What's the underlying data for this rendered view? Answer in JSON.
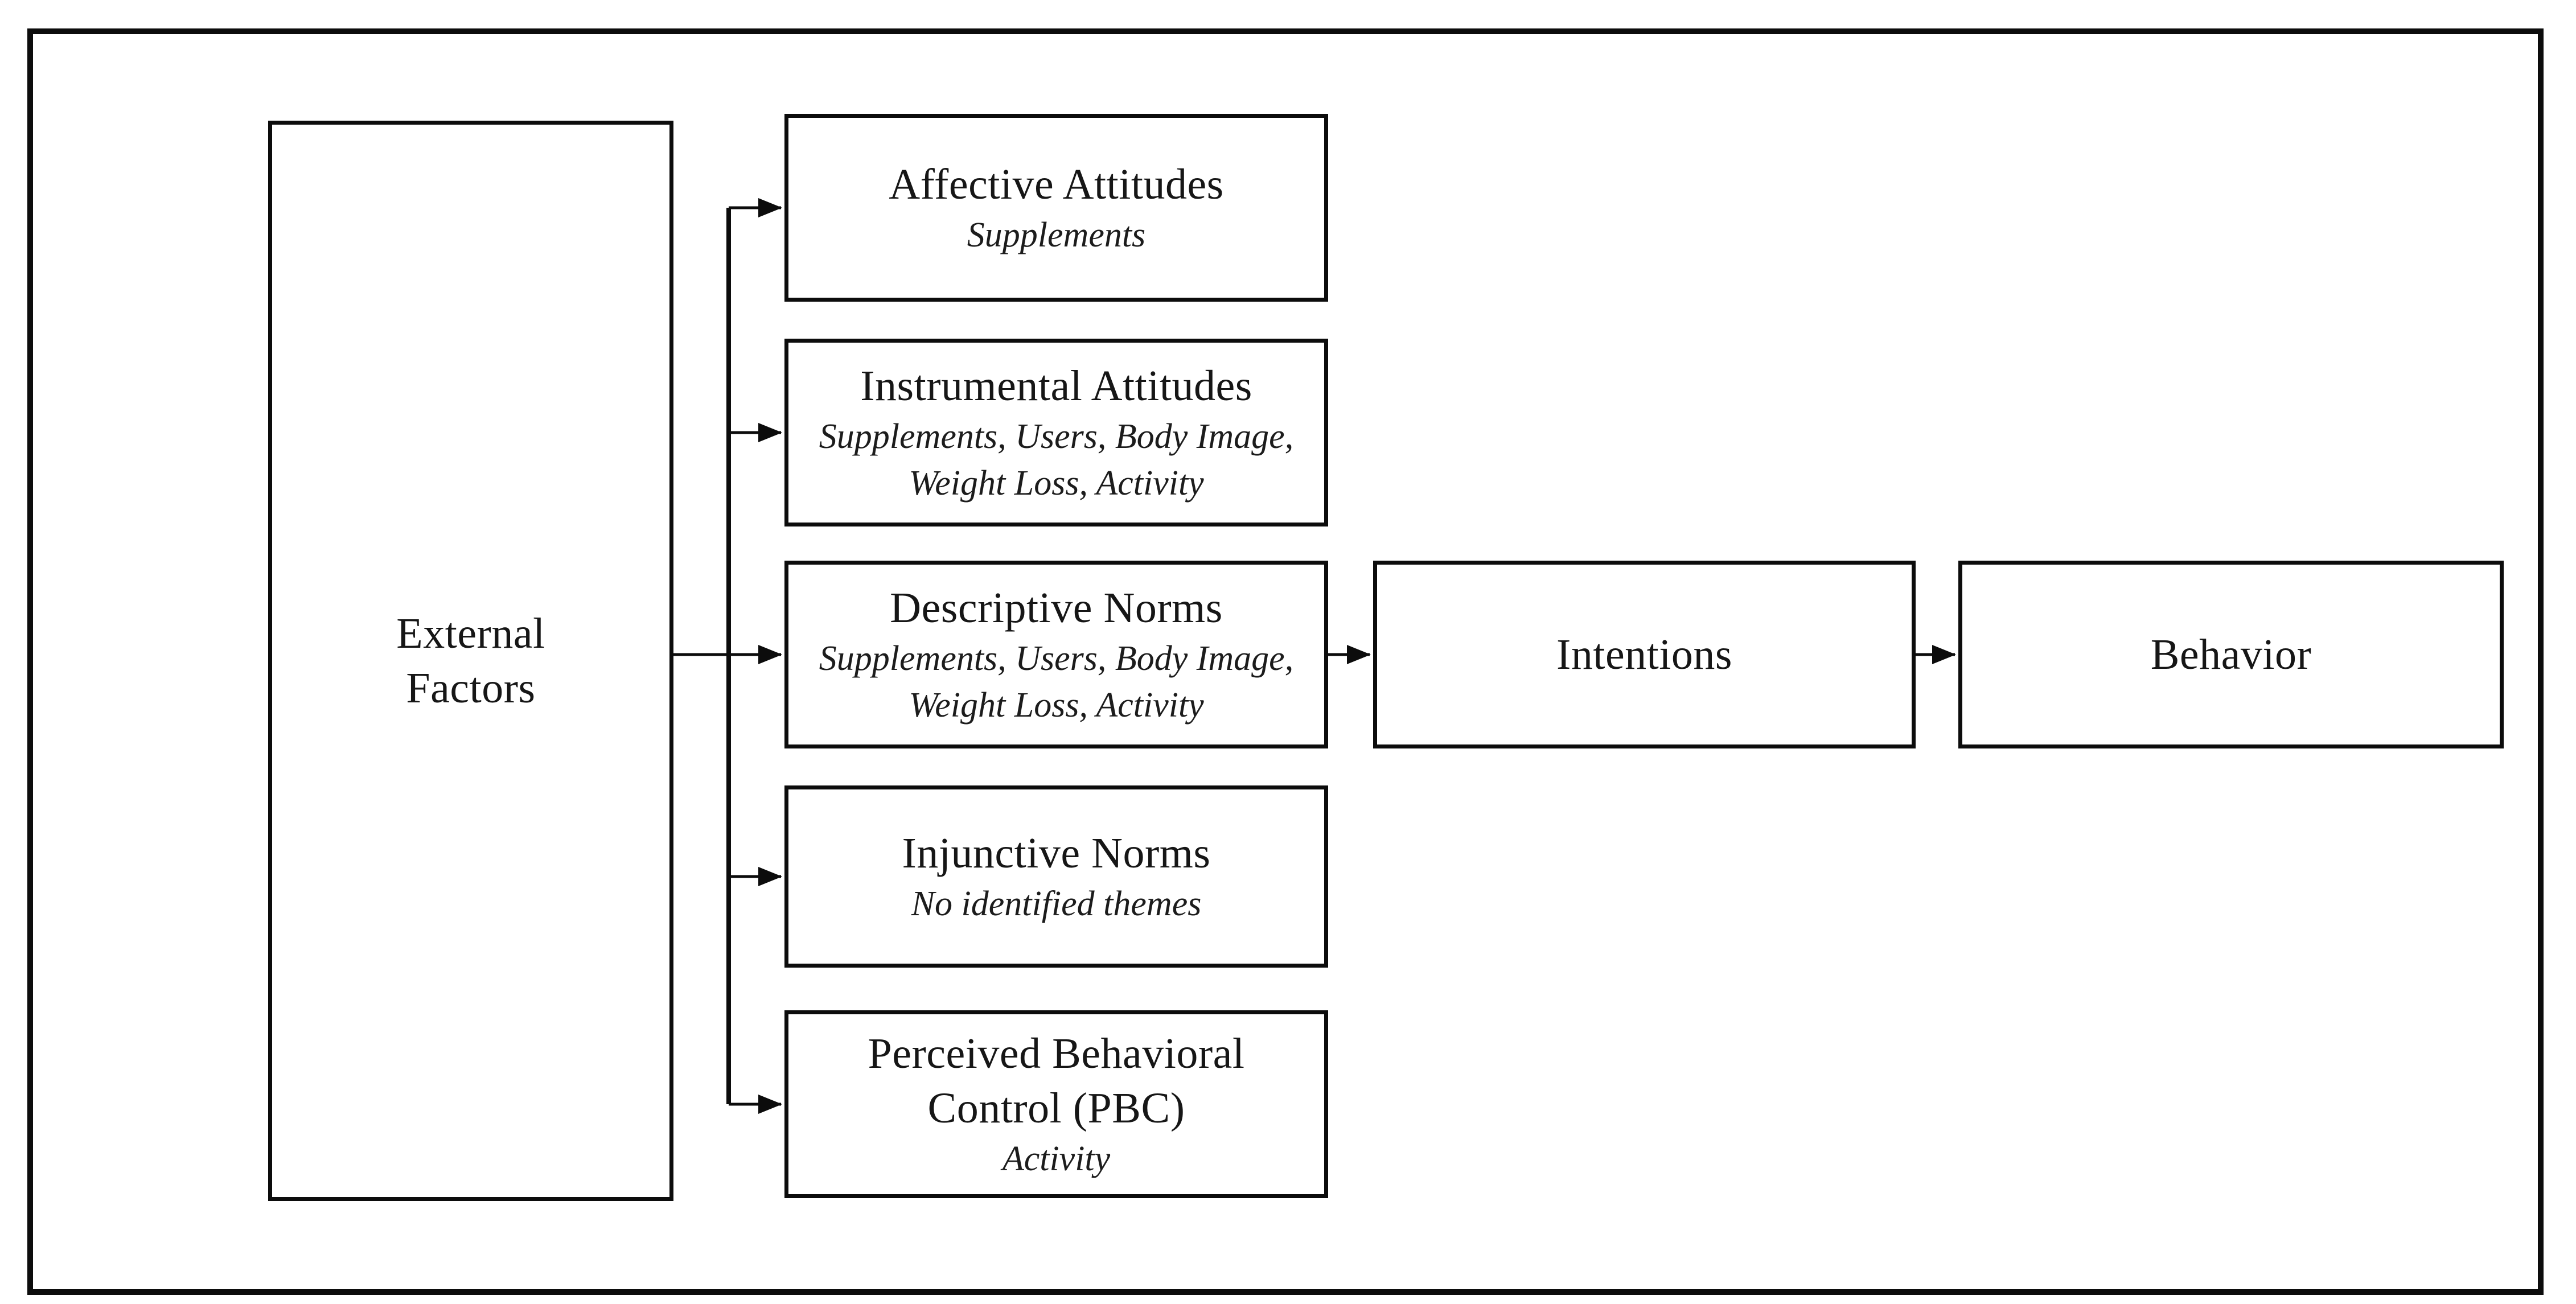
{
  "figure": {
    "external_factors": {
      "title": "External Factors"
    },
    "middle_boxes": [
      {
        "title": "Affective Attitudes",
        "subtitle": "Supplements"
      },
      {
        "title": "Instrumental Attitudes",
        "subtitle": "Supplements, Users, Body Image, Weight Loss, Activity"
      },
      {
        "title": "Descriptive Norms",
        "subtitle": "Supplements, Users, Body Image, Weight Loss, Activity"
      },
      {
        "title": "Injunctive Norms",
        "subtitle": "No identified themes"
      },
      {
        "title": "Perceived Behavioral Control (PBC)",
        "subtitle": "Activity"
      }
    ],
    "intentions": {
      "title": "Intentions"
    },
    "behavior": {
      "title": "Behavior"
    },
    "colors": {
      "stroke": "#0c0c0c",
      "text": "#161616",
      "background": "#ffffff"
    }
  }
}
